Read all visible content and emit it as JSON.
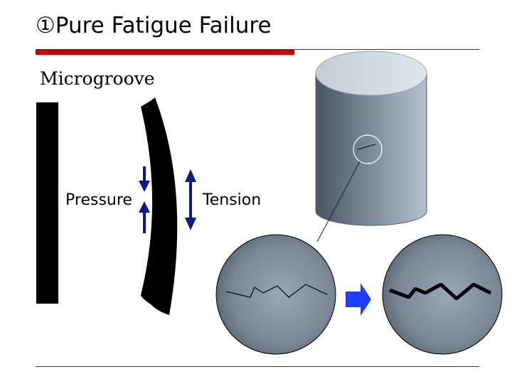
{
  "slide": {
    "title": "①Pure Fatigue Failure",
    "subtitle": "Microgroove"
  },
  "labels": {
    "pressure": "Pressure",
    "tension": "Tension"
  },
  "colors": {
    "accent_red": "#cc0000",
    "arrow_blue": "#0a1a8c",
    "right_arrow": "#1f3dff",
    "steel": "#7d8b9a"
  },
  "icons": {
    "flow_arrow": "right-arrow-icon",
    "load_arrows": "double-arrow-icon"
  }
}
